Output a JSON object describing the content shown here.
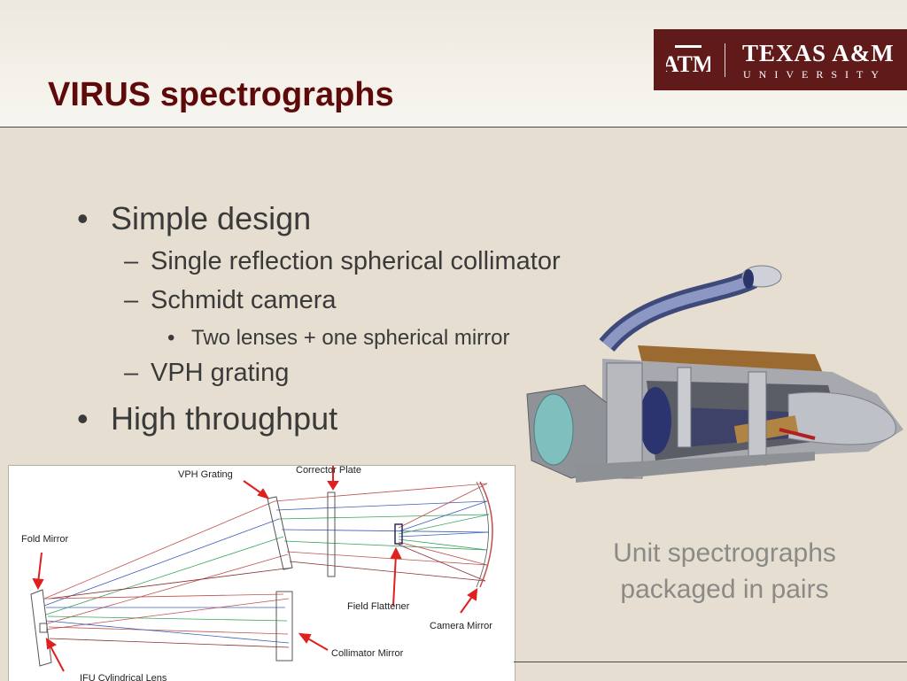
{
  "slide": {
    "title": "VIRUS spectrographs",
    "logo": {
      "line1": "TEXAS A&M",
      "line2": "UNIVERSITY",
      "mark": "ATM"
    },
    "bullets": [
      {
        "level": 1,
        "marker": "•",
        "text": "Simple design"
      },
      {
        "level": 2,
        "marker": "–",
        "text": "Single reflection spherical collimator"
      },
      {
        "level": 2,
        "marker": "–",
        "text": "Schmidt camera"
      },
      {
        "level": 3,
        "marker": "•",
        "text": "Two lenses + one spherical mirror"
      },
      {
        "level": 2,
        "marker": "–",
        "text": "VPH grating"
      },
      {
        "level": 1,
        "marker": "•",
        "text": "High throughput"
      }
    ],
    "caption": {
      "line1": "Unit spectrographs",
      "line2": "packaged in pairs"
    },
    "diagram": {
      "labels": {
        "corrector_plate": "Corrector Plate",
        "vph_grating": "VPH Grating",
        "fold_mirror": "Fold Mirror",
        "field_flattener": "Field Flattener",
        "camera_mirror": "Camera Mirror",
        "collimator_mirror": "Collimator Mirror",
        "ifu_lens": "IFU Cylindrical Lens"
      },
      "ray_colors": [
        "#c0504d",
        "#3c5fb8",
        "#3aa35a",
        "#8a2f2f"
      ],
      "arrow_color": "#e0201e"
    },
    "colors": {
      "title": "#5e0a0a",
      "logo_bg": "#611a1a",
      "background": "#e6dfd1"
    }
  }
}
